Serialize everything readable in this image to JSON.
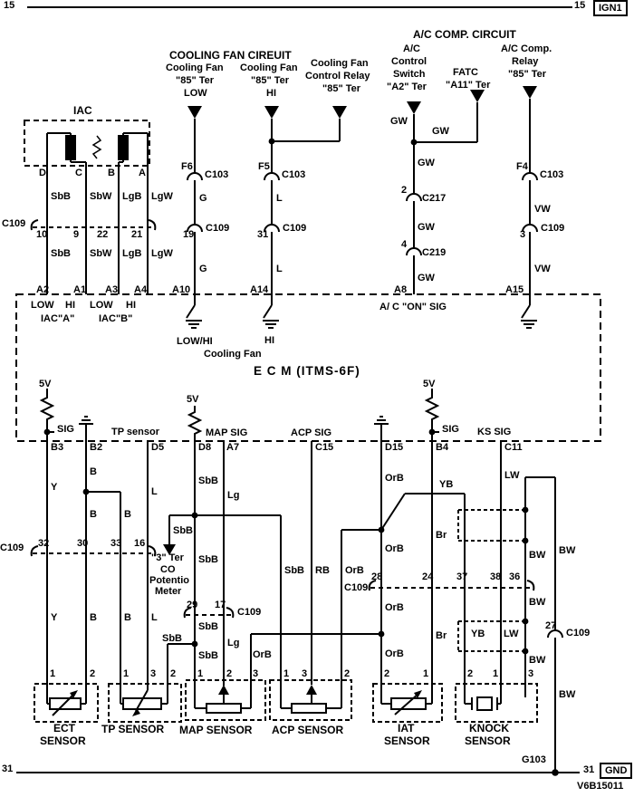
{
  "L": {
    "top_left_15": "15",
    "top_right_15": "15",
    "ign1": "IGN1",
    "bottom_left_31": "31",
    "bottom_right_31": "31",
    "gnd": "GND",
    "g103": "G103",
    "doc_id": "V6B15011",
    "cf_title": "COOLING FAN CIREUIT",
    "cf1_l1": "Cooling Fan",
    "cf1_l2": "\"85\" Ter",
    "cf1_l3": "LOW",
    "cf2_l1": "Cooling Fan",
    "cf2_l2": "\"85\" Ter",
    "cf2_l3": "HI",
    "cf3_l1": "Cooling Fan",
    "cf3_l2": "Control Relay",
    "cf3_l3": "\"85\" Ter",
    "ac_title": "A/C COMP. CIRCUIT",
    "acs_l1": "A/C",
    "acs_l2": "Control",
    "acs_l3": "Switch",
    "acs_l4": "\"A2\" Ter",
    "fatc_l1": "FATC",
    "fatc_l2": "\"A11\" Ter",
    "acr_l1": "A/C Comp.",
    "acr_l2": "Relay",
    "acr_l3": "\"85\" Ter",
    "iac_title": "IAC",
    "iac_d": "D",
    "iac_c": "C",
    "iac_b": "B",
    "iac_a": "A",
    "w_sbb_1": "SbB",
    "w_sbw_1": "SbW",
    "w_lgb_1": "LgB",
    "w_lgw_1": "LgW",
    "c109_row1": "C109",
    "p10": "10",
    "p9": "9",
    "p22": "22",
    "p21": "21",
    "w_sbb_2": "SbB",
    "w_sbw_2": "SbW",
    "w_lgb_2": "LgB",
    "w_lgw_2": "LgW",
    "f6": "F6",
    "f6_c103": "C103",
    "w_g_1": "G",
    "p19": "19",
    "p19_c109": "C109",
    "w_g_2": "G",
    "f5": "F5",
    "f5_c103": "C103",
    "w_l_1": "L",
    "p31": "31",
    "p31_c109": "C109",
    "w_l_2": "L",
    "w_gw_1": "GW",
    "w_gw_2": "GW",
    "w_gw_3": "GW",
    "p2": "2",
    "c217": "C217",
    "w_gw_4": "GW",
    "p4": "4",
    "c219": "C219",
    "w_gw_5": "GW",
    "f4": "F4",
    "f4_c103": "C103",
    "w_vw_1": "VW",
    "p3": "3",
    "p3_c109": "C109",
    "w_vw_2": "VW",
    "pa2": "A2",
    "pa1": "A1",
    "pa3": "A3",
    "pa4": "A4",
    "pa10": "A10",
    "pa14": "A14",
    "pa8": "A8",
    "pa15": "A15",
    "ecm_low1": "LOW",
    "ecm_hi1": "HI",
    "ecm_low2": "LOW",
    "ecm_hi2": "HI",
    "iac_a_lbl": "IAC\"A\"",
    "iac_b_lbl": "IAC\"B\"",
    "ac_on_sig": "A/ C \"ON\" SIG",
    "low_hi": "LOW/HI",
    "hi": "HI",
    "cooling_fan": "Cooling Fan",
    "ecm_title": "E C M (ITMS-6F)",
    "v5_1": "5V",
    "sig_1": "SIG",
    "tp_sensor": "TP sensor",
    "v5_2": "5V",
    "map_sig": "MAP SIG",
    "acp_sig": "ACP SIG",
    "v5_3": "5V",
    "sig_2": "SIG",
    "ks_sig": "KS SIG",
    "pb3": "B3",
    "pb2": "B2",
    "pd5": "D5",
    "pd8": "D8",
    "pa7": "A7",
    "pc15": "C15",
    "pd15": "D15",
    "pb4": "B4",
    "pc11": "C11",
    "w_y_1": "Y",
    "w_b_1": "B",
    "w_b_2": "B",
    "w_b_3": "B",
    "w_l_3": "L",
    "w_sbb_3": "SbB",
    "w_lg_1": "Lg",
    "w_orb_1": "OrB",
    "w_yb_1": "YB",
    "w_br_1": "Br",
    "w_lw_1": "LW",
    "w_bw_1": "BW",
    "w_bw_2": "BW",
    "c109_row2": "C109",
    "p32": "32",
    "p30": "30",
    "p33": "33",
    "p16": "16",
    "w_sbb_co": "SbB",
    "co_l1": "\"3\" Ter",
    "co_l2": "CO",
    "co_l3": "Potentio",
    "co_l4": "Meter",
    "w_sbb_4": "SbB",
    "p29": "29",
    "p17": "17",
    "c109_row3": "C109",
    "c109_row4": "C109",
    "p28": "28",
    "p24": "24",
    "p37": "37",
    "p38": "38",
    "p36": "36",
    "w_orb_2": "OrB",
    "w_sbb_5": "SbB",
    "w_rb": "RB",
    "w_orb_3": "OrB",
    "w_orb_4": "OrB",
    "w_br_2": "Br",
    "w_bw_3": "BW",
    "p27": "27",
    "p27_c109": "C109",
    "w_y_2": "Y",
    "w_b_4": "B",
    "w_b_5": "B",
    "w_l_4": "L",
    "w_sbb_6": "SbB",
    "w_sbb_7": "SbB",
    "w_sbb_8": "SbB",
    "w_lg_2": "Lg",
    "w_orb_5": "OrB",
    "w_orb_6": "OrB",
    "w_yb_2": "YB",
    "w_lw_2": "LW",
    "w_bw_4": "BW",
    "w_bw_5": "BW",
    "ect_p1": "1",
    "ect_p2": "2",
    "tp_p1": "1",
    "tp_p3": "3",
    "tp_p2": "2",
    "map_p1": "1",
    "map_p2": "2",
    "map_p3": "3",
    "acp_p1": "1",
    "acp_p3": "3",
    "acp_p2": "2",
    "iat_p2": "2",
    "iat_p1": "1",
    "ko_p2": "2",
    "ko_p1": "1",
    "ko_p3": "3",
    "ect_n1": "ECT",
    "ect_n2": "SENSOR",
    "tp_n": "TP SENSOR",
    "map_n": "MAP SENSOR",
    "acp_n": "ACP SENSOR",
    "iat_n1": "IAT",
    "iat_n2": "SENSOR",
    "ko_n1": "KNOCK",
    "ko_n2": "SENSOR"
  }
}
